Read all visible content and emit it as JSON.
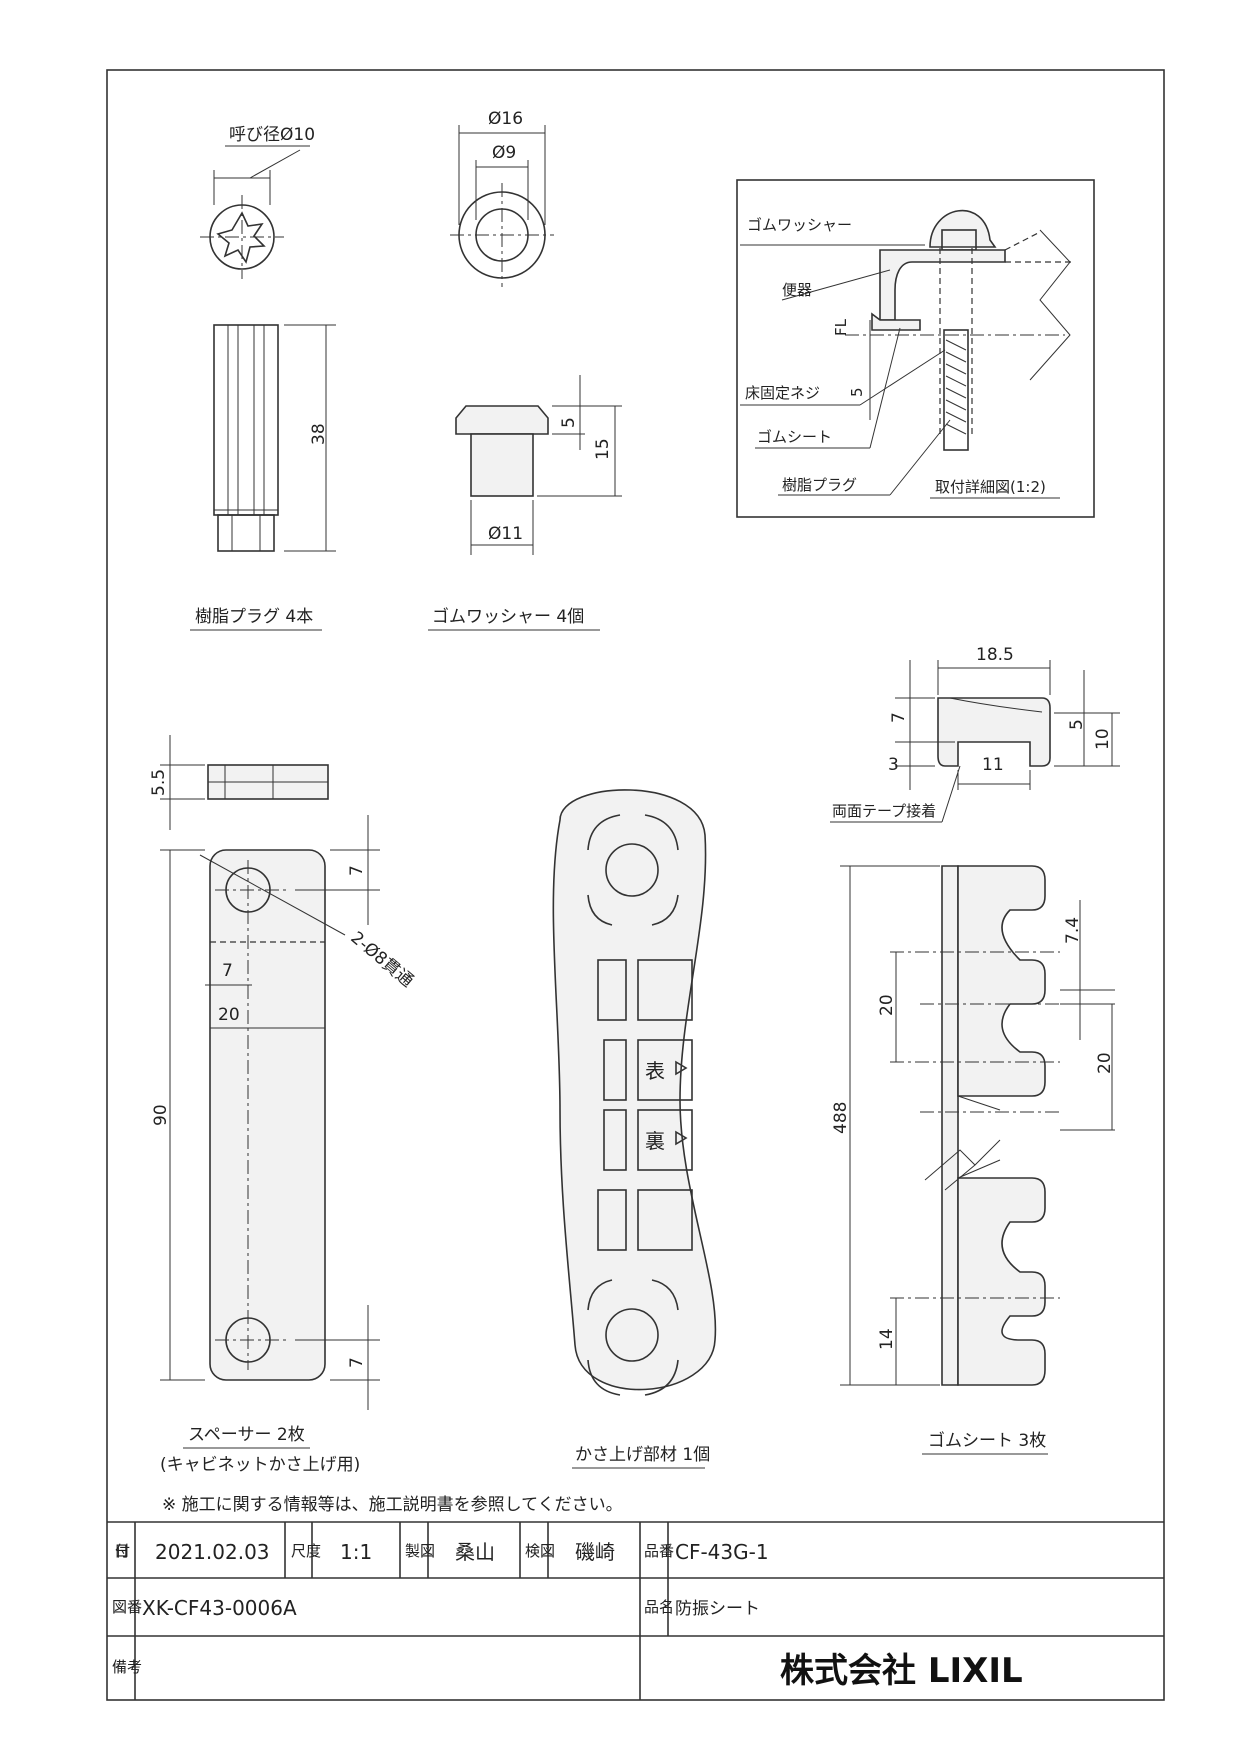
{
  "parts": {
    "plug": {
      "nominal_dia": "呼び径Ø10",
      "length": "38",
      "caption": "樹脂プラグ 4本"
    },
    "washer": {
      "outer_dia": "Ø16",
      "inner_dia": "Ø9",
      "head_h": "5",
      "total_h": "15",
      "shaft_dia": "Ø11",
      "caption": "ゴムワッシャー 4個"
    },
    "detail": {
      "washer_label": "ゴムワッシャー",
      "toilet_label": "便器",
      "fl_label": "FL",
      "screw_label": "床固定ネジ",
      "dim5": "5",
      "sheet_label": "ゴムシート",
      "plug_label": "樹脂プラグ",
      "caption": "取付詳細図(1:2)"
    },
    "spacer": {
      "thickness": "5.5",
      "hole_offset_top": "7",
      "hole_offset_bottom": "7",
      "hole_x": "7",
      "width": "20",
      "length": "90",
      "holes": "2-Ø8貫通",
      "caption": "スペーサー 2枚",
      "caption2": "(キャビネットかさ上げ用)"
    },
    "lift": {
      "mark_up": "表",
      "mark_down": "裏",
      "caption": "かさ上げ部材 1個"
    },
    "rubber_sheet": {
      "width": "18.5",
      "height7": "7",
      "height3": "3",
      "slot": "11",
      "h5": "5",
      "h10": "10",
      "tape_note": "両面テープ接着",
      "pitch_top": "7.4",
      "pitch_a": "20",
      "pitch_b": "20",
      "length": "488",
      "end_pitch": "14",
      "caption": "ゴムシート 3枚"
    }
  },
  "note": "※ 施工に関する情報等は、施工説明書を参照してください。",
  "title_block": {
    "date_label": "日付",
    "date": "2021.02.03",
    "scale_label": "尺度",
    "scale": "1:1",
    "drawn_label": "製図",
    "drawn_by": "桑山",
    "checked_label": "検図",
    "checked_by": "磯崎",
    "part_no_label": "品番",
    "part_no": "CF-43G-1",
    "drawing_no_label": "図番",
    "drawing_no": "XK-CF43-0006A",
    "name_label": "品名",
    "name": "防振シート",
    "remarks_label": "備考",
    "company": "株式会社 LIXIL"
  }
}
